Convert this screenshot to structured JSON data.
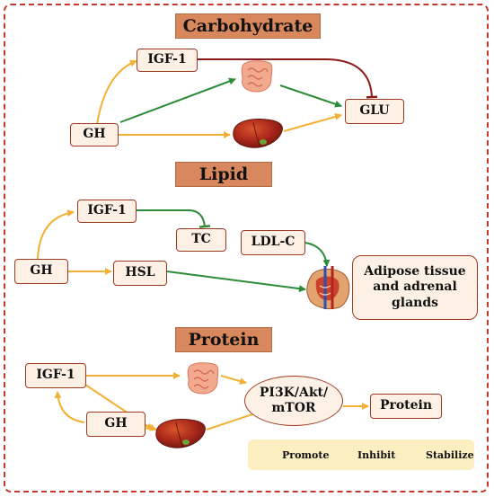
{
  "sections": {
    "carbohydrate": "Carbohydrate",
    "lipid": "Lipid",
    "protein": "Protein"
  },
  "nodes": {
    "carb_igf1": "IGF-1",
    "carb_gh": "GH",
    "carb_glu": "GLU",
    "lipid_igf1": "IGF-1",
    "lipid_gh": "GH",
    "lipid_tc": "TC",
    "lipid_ldlc": "LDL-C",
    "lipid_hsl": "HSL",
    "lipid_adipose": "Adipose tissue and adrenal glands",
    "prot_igf1": "IGF-1",
    "prot_gh": "GH",
    "prot_pathway": "PI3K/Akt/ mTOR",
    "prot_protein": "Protein"
  },
  "legend": {
    "promote": "Promote",
    "inhibit": "Inhibit",
    "stabilize": "Stabilize"
  },
  "colors": {
    "promote": "#f2b134",
    "inhibit": "#2e8b3a",
    "stabilize": "#8b1a1a",
    "header_fill": "#d9875c",
    "node_fill": "#fdf1e6",
    "node_border": "#9e3a22",
    "frame": "#c0392b",
    "legend_fill": "#fbeec0"
  },
  "icons": [
    "intestine-icon",
    "liver-icon",
    "adrenal-gland-icon"
  ]
}
